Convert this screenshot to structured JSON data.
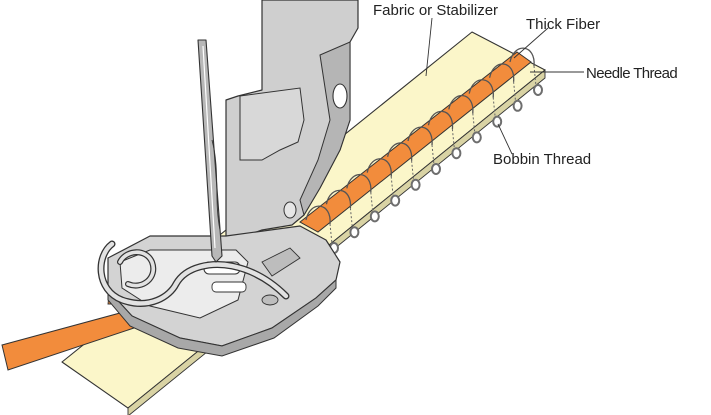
{
  "labels": {
    "fabric": "Fabric or Stabilizer",
    "fiber": "Thick Fiber",
    "needle_thread": "Needle Thread",
    "bobbin_thread": "Bobbin Thread"
  },
  "colors": {
    "fabric": "#fbf6c9",
    "fiber": "#f28c3c",
    "metal": "#cccccc",
    "metal_dark": "#9a9a9a",
    "outline": "#333333",
    "bobbin_thread": "#6e6e6e"
  },
  "stitch_count": 11
}
